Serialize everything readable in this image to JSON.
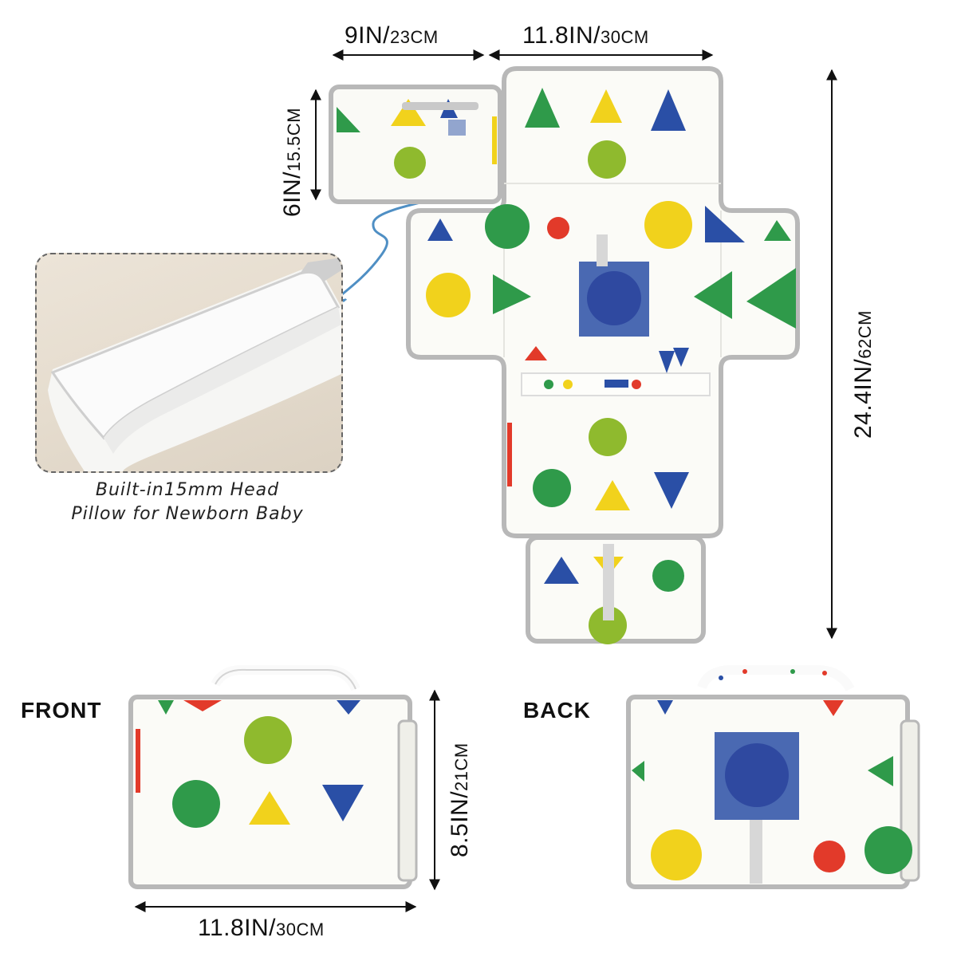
{
  "dimensions": {
    "head_width": {
      "main": "9IN/",
      "sub": "23CM"
    },
    "mat_width": {
      "main": "11.8IN/",
      "sub": "30CM"
    },
    "head_height": {
      "main": "6IN/",
      "sub": "15.5CM"
    },
    "mat_length": {
      "main": "24.4IN/",
      "sub": "62CM"
    },
    "folded_height": {
      "main": "8.5IN/",
      "sub": "21CM"
    },
    "folded_width": {
      "main": "11.8IN/",
      "sub": "30CM"
    }
  },
  "callout": {
    "line1": "Built-in15mm Head",
    "line2": "Pillow for Newborn Baby"
  },
  "views": {
    "front": "FRONT",
    "back": "BACK"
  },
  "colors": {
    "green": "#2f9a4a",
    "yellow": "#f1d21c",
    "blue": "#2a4fa6",
    "red": "#e23a2a",
    "lime": "#8fba2e",
    "border": "#b8b8b8",
    "arrow": "#4f8fc4",
    "ink": "#111111"
  }
}
